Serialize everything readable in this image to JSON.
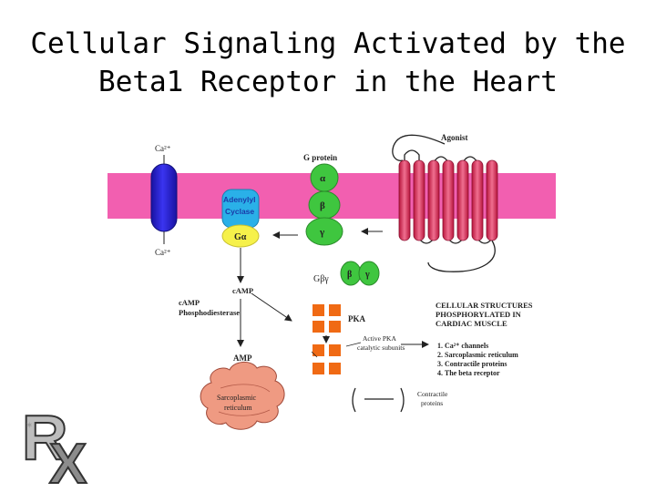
{
  "title_line1": "Cellular Signaling Activated by the",
  "title_line2": "Beta1 Receptor in the Heart",
  "diagram": {
    "ca_top": "Ca²⁺",
    "ca_bottom": "Ca²⁺",
    "adenylyl_line1": "Adenylyl",
    "adenylyl_line2": "Cyclase",
    "g_alpha_bound": "Gα",
    "g_protein": "G protein",
    "alpha": "α",
    "beta": "β",
    "gamma": "γ",
    "g_beta_gamma": "Gβγ",
    "beta_free": "β",
    "gamma_free": "γ",
    "agonist": "Agonist",
    "camp_down": "cAMP",
    "camp_pde": "cAMP",
    "phosphodiesterase": "Phosphodiesterase",
    "amp": "AMP",
    "pka": "PKA",
    "active_pka_line1": "Active PKA",
    "active_pka_line2": "catalytic subunits",
    "structures_line1": "CELLULAR STRUCTURES",
    "structures_line2": "PHOSPHORYLATED IN",
    "structures_line3": "CARDIAC MUSCLE",
    "structure_items": [
      "1.  Ca²⁺ channels",
      "2.  Sarcoplasmic reticulum",
      "3.  Contractile proteins",
      "4.  The beta receptor"
    ],
    "sr_line1": "Sarcoplasmic",
    "sr_line2": "reticulum",
    "contractile_line1": "Contractile",
    "contractile_line2": "proteins",
    "logo_text": "RX"
  },
  "colors": {
    "membrane": "#f25fb0",
    "channel": "#2a22d6",
    "g_protein": "#3fc63f",
    "adenylyl": "#2ab0e8",
    "g_alpha": "#f6f14a",
    "pka": "#f06a14",
    "sr": "#ef9a82",
    "receptor": "#e24565"
  }
}
